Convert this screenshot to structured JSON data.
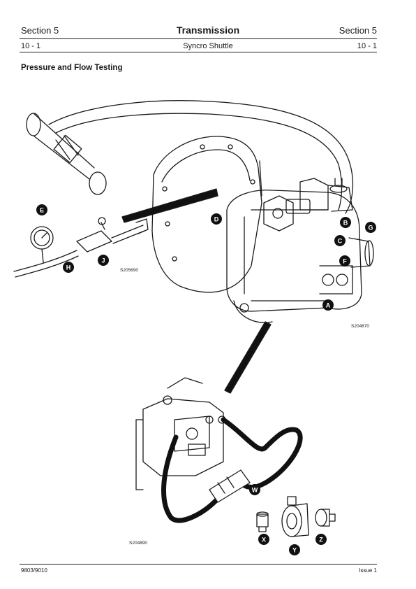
{
  "header": {
    "section_left": "Section 5",
    "title": "Transmission",
    "section_right": "Section 5",
    "page_left": "10 - 1",
    "subtitle": "Syncro Shuttle",
    "page_right": "10 - 1"
  },
  "heading": "Pressure and Flow Testing",
  "figures": {
    "code_gauge": "S205690",
    "code_main": "S204870",
    "code_hose": "S204890"
  },
  "callouts": {
    "A": "A",
    "B": "B",
    "C": "C",
    "D": "D",
    "E": "E",
    "F": "F",
    "G": "G",
    "H": "H",
    "J": "J",
    "W": "W",
    "X": "X",
    "Y": "Y",
    "Z": "Z"
  },
  "footer": {
    "doc_number": "9803/9010",
    "issue": "Issue 1"
  }
}
